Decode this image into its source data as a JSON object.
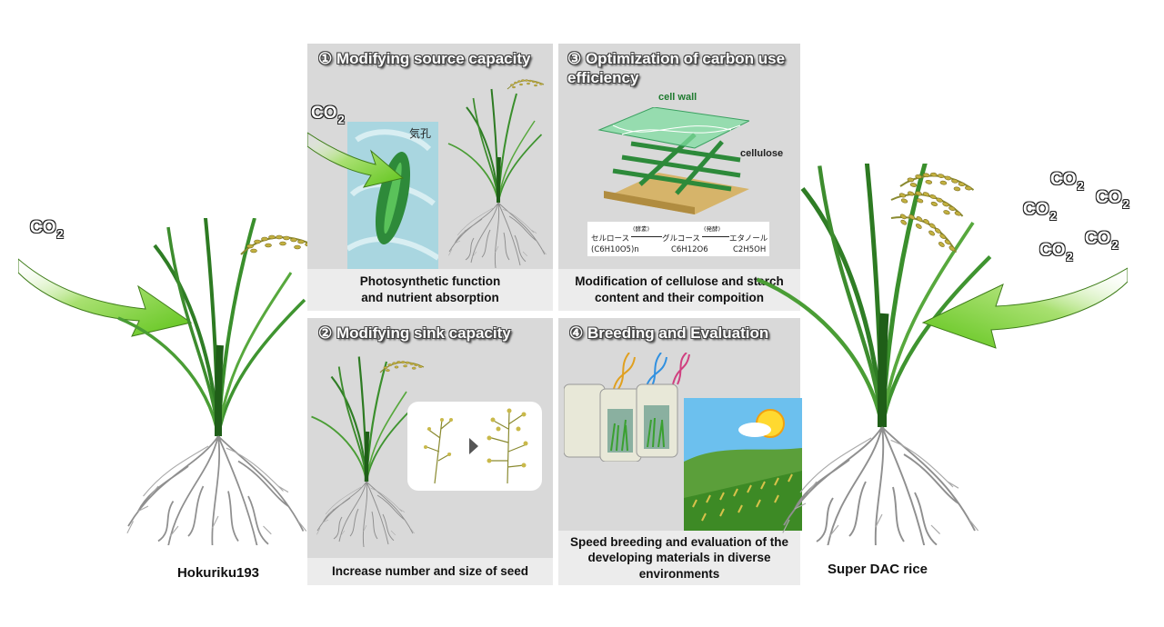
{
  "panels": {
    "p1": {
      "title": "① Modifying source capacity",
      "caption": "Photosynthetic function\nand nutrient absorption",
      "stomata_label": "気孔"
    },
    "p2": {
      "title": "② Modifying sink capacity",
      "caption": "Increase number and size of seed"
    },
    "p3": {
      "title": "③ Optimization of carbon use\nefficiency",
      "caption": "Modification of cellulose and starch\ncontent and their compoition",
      "cell_wall_label": "cell wall",
      "cellulose_label": "cellulose",
      "reaction": {
        "step1": "セルロース",
        "enzyme1": "(酵素)",
        "step2": "グルコース",
        "enzyme2": "(発酵)",
        "step3": "エタノール",
        "formula1": "(C6H10O5)n",
        "formula2": "C6H12O6",
        "formula3": "C2H5OH"
      }
    },
    "p4": {
      "title": "④ Breeding and Evaluation",
      "caption": "Speed breeding and evaluation of the\ndeveloping materials in diverse\nenvironments"
    }
  },
  "plants": {
    "left_label": "Hokuriku193",
    "right_label": "Super DAC rice"
  },
  "co2": {
    "main": "CO",
    "sub": "2"
  },
  "colors": {
    "arrow_green": "#66cc22",
    "panel_bg": "#d9d9d9",
    "caption_bg": "#ececec",
    "leaf": "#3a8a2a",
    "grain": "#b8a53a"
  },
  "icons": [
    "co2-arrow-icon",
    "rice-plant-icon",
    "stomata-icon",
    "cellulose-structure-icon",
    "dna-icon",
    "growth-chamber-icon",
    "sun-icon",
    "rice-field-icon",
    "panicle-icon"
  ]
}
